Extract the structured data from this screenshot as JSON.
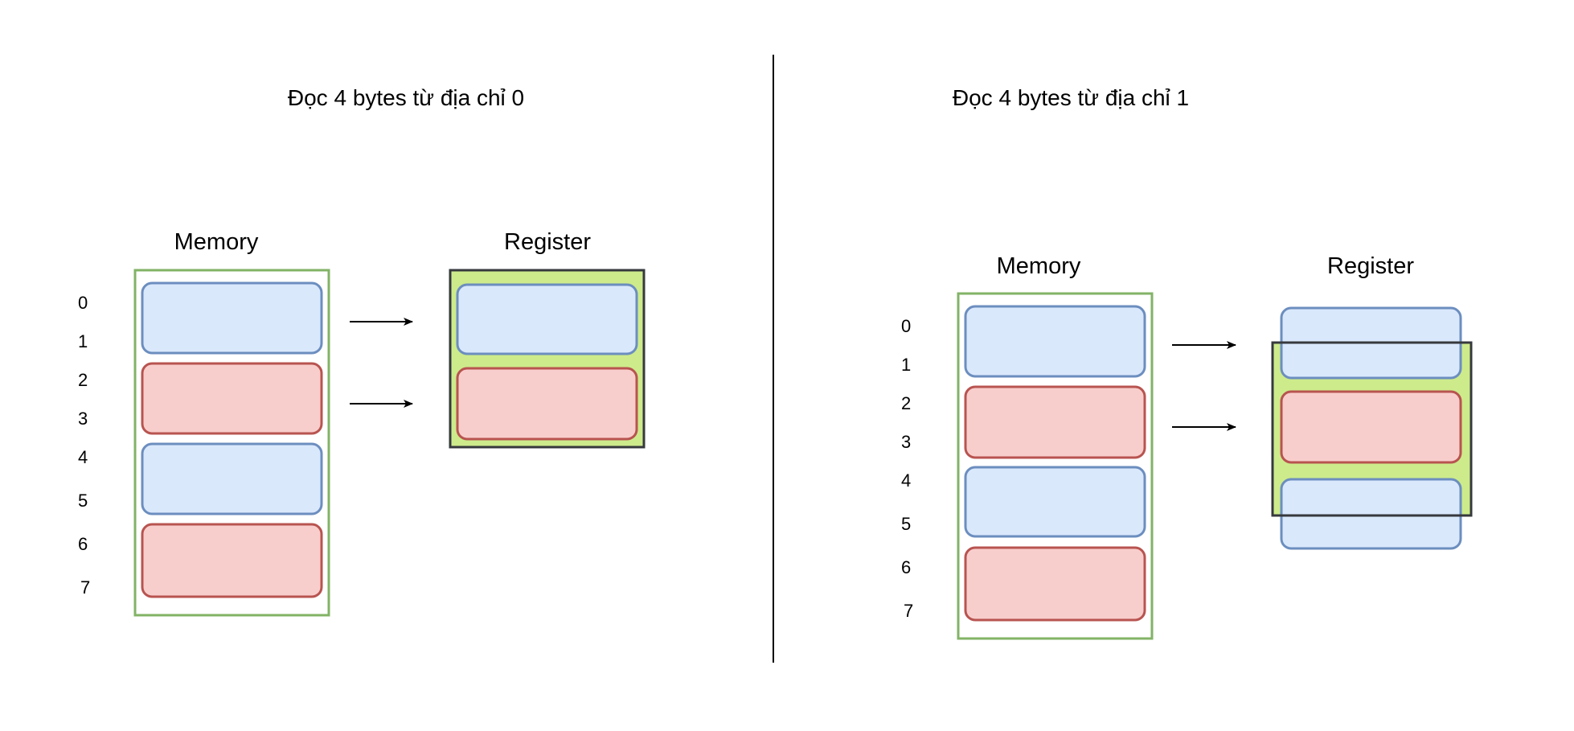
{
  "colors": {
    "byte_blue_fill": "#dae8fc",
    "byte_blue_stroke": "#6c8ebf",
    "byte_red_fill": "#f8cecc",
    "byte_red_stroke": "#b85450",
    "memory_border": "#82b366",
    "register_fill": "#cdeb8b",
    "register_border": "#36393d",
    "divider": "#000000"
  },
  "left": {
    "title": "Đọc 4 bytes từ địa chỉ 0",
    "memory_label": "Memory",
    "register_label": "Register",
    "addresses": [
      "0",
      "1",
      "2",
      "3",
      "4",
      "5",
      "6",
      "7"
    ]
  },
  "right": {
    "title": "Đọc 4 bytes từ địa chỉ 1",
    "memory_label": "Memory",
    "register_label": "Register",
    "addresses": [
      "0",
      "1",
      "2",
      "3",
      "4",
      "5",
      "6",
      "7"
    ]
  }
}
